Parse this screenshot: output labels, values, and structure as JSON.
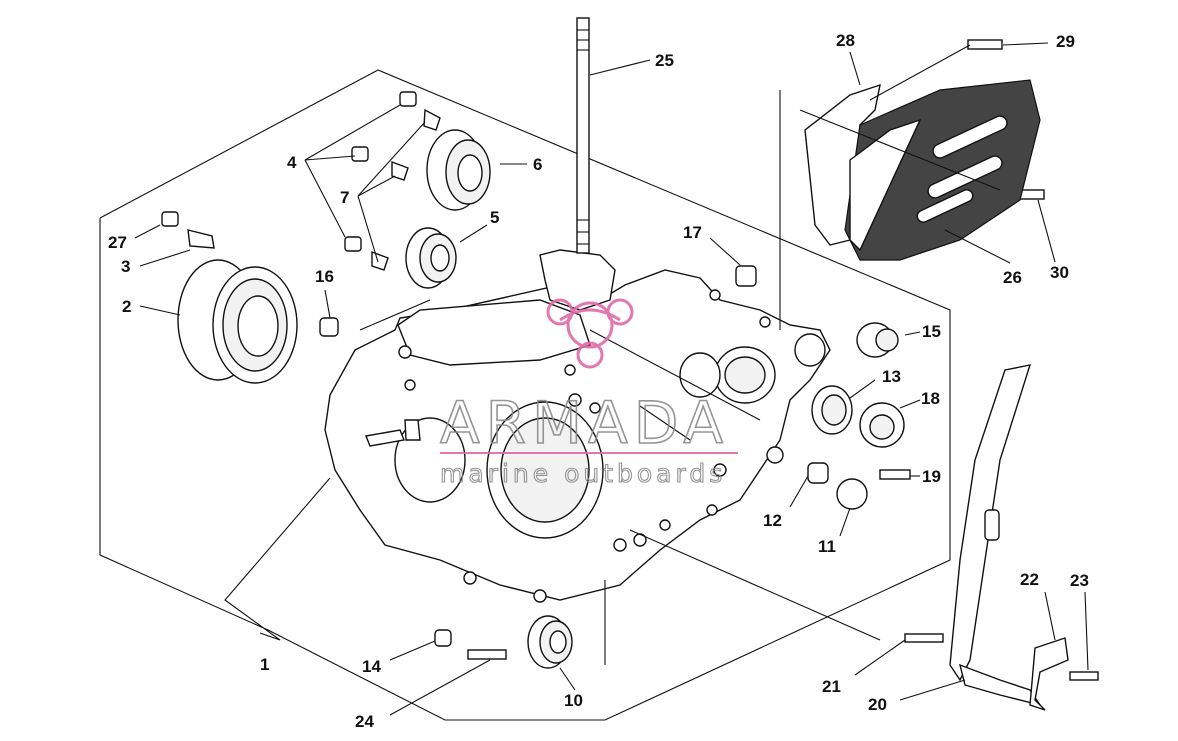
{
  "callouts": [
    {
      "id": "1",
      "label": "1"
    },
    {
      "id": "2",
      "label": "2"
    },
    {
      "id": "3",
      "label": "3"
    },
    {
      "id": "4",
      "label": "4"
    },
    {
      "id": "5",
      "label": "5"
    },
    {
      "id": "6",
      "label": "6"
    },
    {
      "id": "7",
      "label": "7"
    },
    {
      "id": "10",
      "label": "10"
    },
    {
      "id": "11",
      "label": "11"
    },
    {
      "id": "12",
      "label": "12"
    },
    {
      "id": "13",
      "label": "13"
    },
    {
      "id": "14",
      "label": "14"
    },
    {
      "id": "15",
      "label": "15"
    },
    {
      "id": "16",
      "label": "16"
    },
    {
      "id": "17",
      "label": "17"
    },
    {
      "id": "18",
      "label": "18"
    },
    {
      "id": "19",
      "label": "19"
    },
    {
      "id": "20",
      "label": "20"
    },
    {
      "id": "21",
      "label": "21"
    },
    {
      "id": "22",
      "label": "22"
    },
    {
      "id": "23",
      "label": "23"
    },
    {
      "id": "24",
      "label": "24"
    },
    {
      "id": "25",
      "label": "25"
    },
    {
      "id": "26",
      "label": "26"
    },
    {
      "id": "27",
      "label": "27"
    },
    {
      "id": "28",
      "label": "28"
    },
    {
      "id": "29",
      "label": "29"
    },
    {
      "id": "30",
      "label": "30"
    }
  ],
  "watermark": {
    "brand": "ARMADA",
    "tagline": "marine outboards",
    "logo_color": "#e06aa8"
  },
  "colors": {
    "line": "#111111",
    "background": "#ffffff",
    "watermark_gray": "#8a8a8a"
  }
}
